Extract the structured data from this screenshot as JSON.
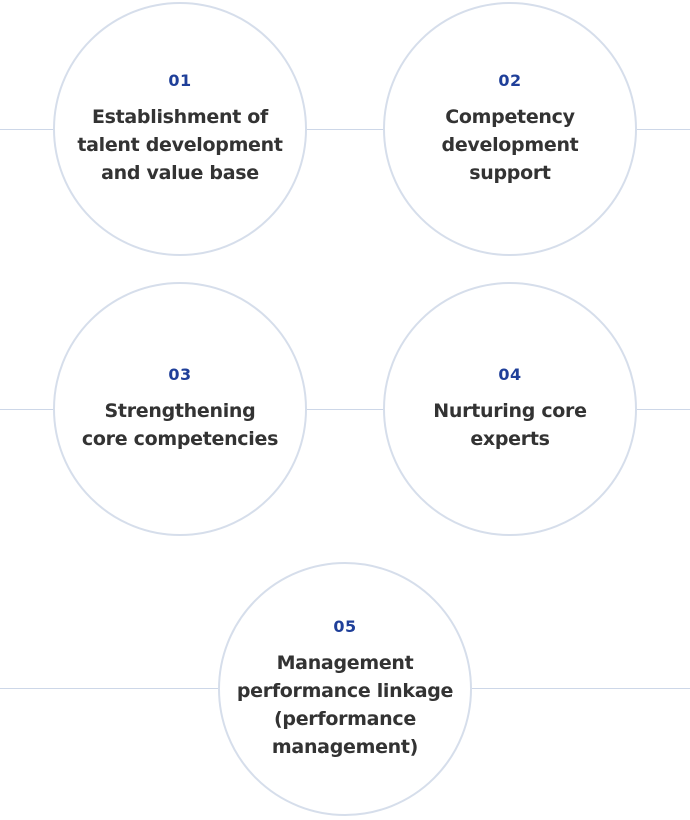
{
  "colors": {
    "number": "#1f3f99",
    "title": "#333333",
    "circle_border": "#d6deeb",
    "connector": "#cdd7e8"
  },
  "steps": [
    {
      "number": "01",
      "title": "Establishment of\ntalent development\nand value base"
    },
    {
      "number": "02",
      "title": "Competency\ndevelopment\nsupport"
    },
    {
      "number": "03",
      "title": "Strengthening\ncore competencies"
    },
    {
      "number": "04",
      "title": "Nurturing core\nexperts"
    },
    {
      "number": "05",
      "title": "Management\nperformance linkage\n(performance\nmanagement)"
    }
  ]
}
